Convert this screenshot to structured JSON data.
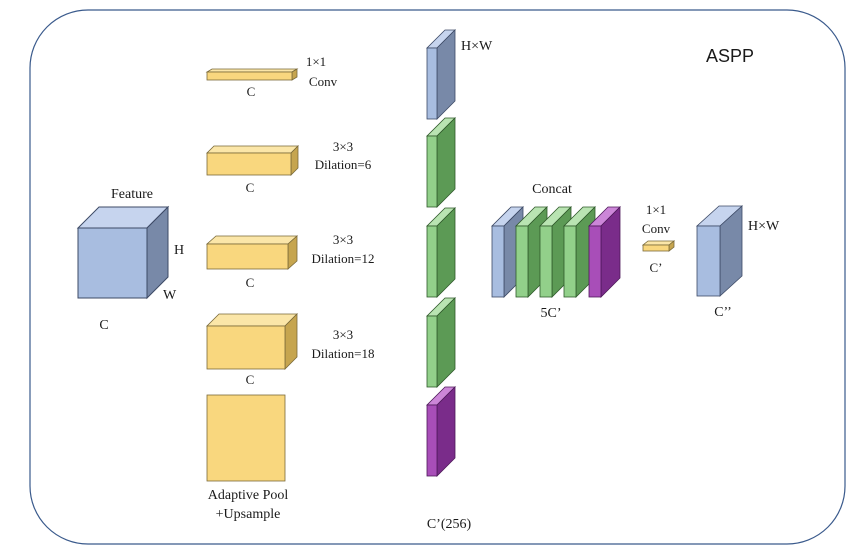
{
  "title": "ASPP",
  "feature": {
    "label": "Feature",
    "h": "H",
    "w": "W",
    "c": "C"
  },
  "branches": [
    {
      "op": "1×1",
      "op_sub": "Conv",
      "channel": "C"
    },
    {
      "op": "3×3",
      "op_sub": "Dilation=6",
      "channel": "C"
    },
    {
      "op": "3×3",
      "op_sub": "Dilation=12",
      "channel": "C"
    },
    {
      "op": "3×3",
      "op_sub": "Dilation=18",
      "channel": "C"
    },
    {
      "op_line1": "Adaptive Pool",
      "op_line2": "+Upsample"
    }
  ],
  "outputs": {
    "size_label": "H×W",
    "channel_label": "C’(256)"
  },
  "concat": {
    "label": "Concat",
    "channel": "5C’"
  },
  "projection": {
    "op": "1×1",
    "op_sub": "Conv",
    "channel": "C’"
  },
  "result": {
    "size_label": "H×W",
    "channel": "C’’"
  },
  "colors": {
    "blue_front": "#a8bde0",
    "blue_side": "#7889a8",
    "blue_top": "#c6d4ee",
    "green_front": "#92d08a",
    "green_side": "#5c9a55",
    "green_top": "#b9e4b2",
    "purple_front": "#a84eb8",
    "purple_side": "#7a2c8a",
    "purple_top": "#cc86d8",
    "yellow_front": "#f9d77e",
    "yellow_side": "#c6a54f",
    "yellow_top": "#fbe6a8",
    "border": "#3a5a8c"
  }
}
